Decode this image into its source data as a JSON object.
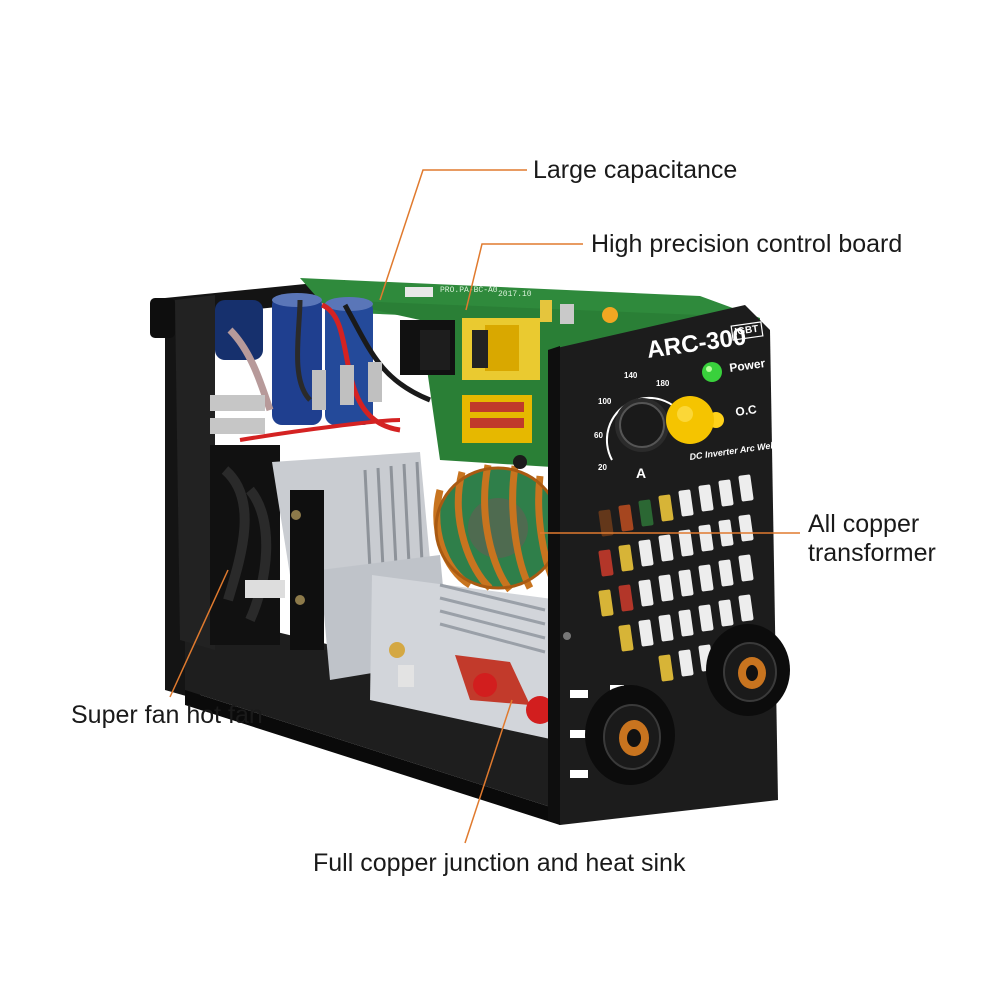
{
  "callouts": {
    "capacitance": "Large capacitance",
    "control_board": "High precision control board",
    "transformer_line1": "All copper",
    "transformer_line2": "transformer",
    "fan": "Super fan hot fan",
    "heat_sink": "Full copper junction and heat sink"
  },
  "front_panel": {
    "model": "ARC-300",
    "badge": "IGBT",
    "power_label": "Power",
    "oc_label": "O.C",
    "panel_caption": "DC Inverter Arc Welder",
    "dial_unit": "A",
    "dial_ticks": [
      "20",
      "60",
      "100",
      "140",
      "180"
    ]
  },
  "board_prints": {
    "board_id": "PRO.PA-BC-A0",
    "board_date": "2017.10"
  },
  "colors": {
    "leader_line": "#e07a2e",
    "chassis": "#1c1c1c",
    "pcb": "#2f8a3c",
    "copper": "#c8741f",
    "knob": "#f5c400",
    "power_led": "#39d13c",
    "oc_led": "#ffd21a"
  }
}
